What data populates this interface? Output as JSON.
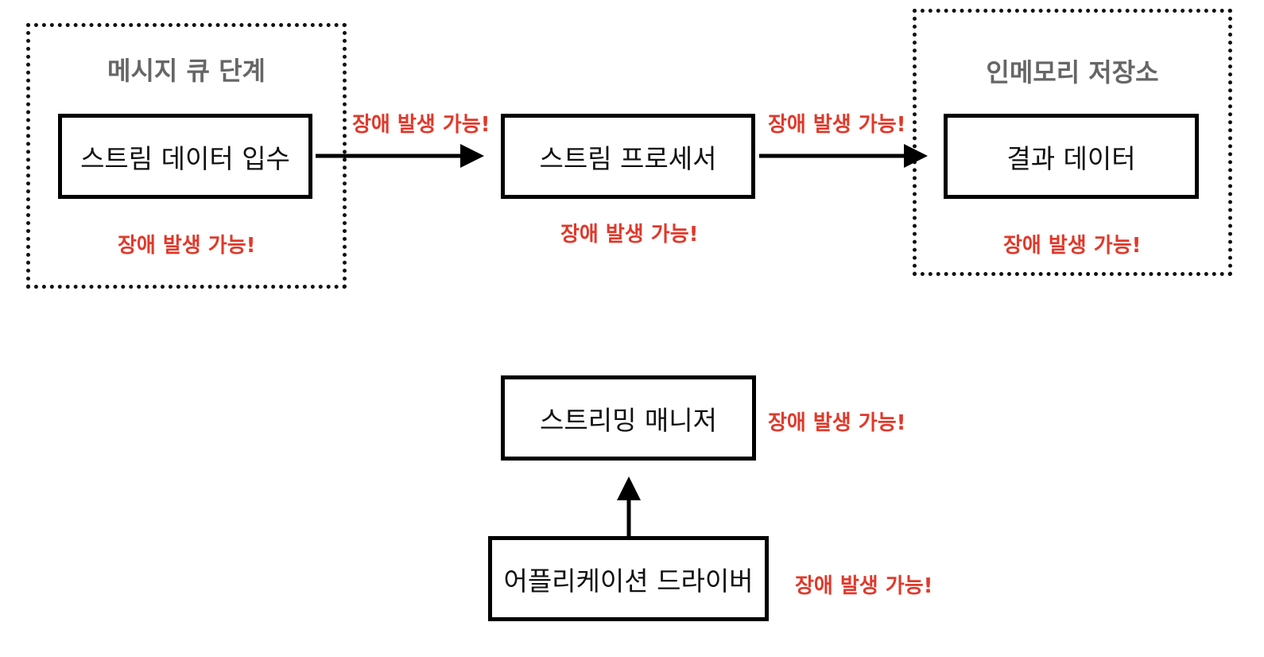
{
  "groups": {
    "queue": {
      "title": "메시지 큐 단계"
    },
    "memory": {
      "title": "인메모리 저장소"
    }
  },
  "nodes": {
    "ingest": "스트림 데이터 입수",
    "processor": "스트림 프로세서",
    "result": "결과 데이터",
    "manager": "스트리밍 매니저",
    "driver": "어플리케이션 드라이버"
  },
  "warnings": {
    "ingest": "장애 발생 가능!",
    "edge_ingest_processor": "장애 발생 가능!",
    "processor": "장애 발생 가능!",
    "edge_processor_result": "장애 발생 가능!",
    "result": "장애 발생 가능!",
    "manager": "장애 발생 가능!",
    "driver": "장애 발생 가능!"
  },
  "colors": {
    "warning": "#e0392b",
    "group_title": "#666666",
    "line": "#000000"
  }
}
